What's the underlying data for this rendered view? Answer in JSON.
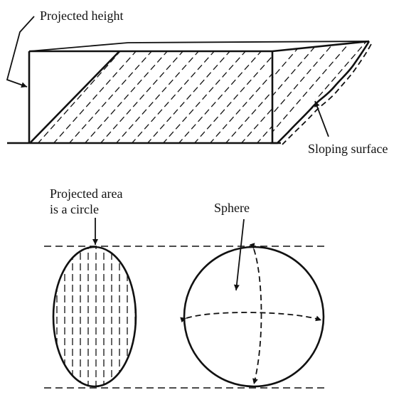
{
  "labels": {
    "projected_height": "Projected height",
    "sloping_surface": "Sloping surface",
    "projected_area_line1": "Projected area",
    "projected_area_line2": "is a circle",
    "sphere": "Sphere"
  },
  "colors": {
    "ink": "#111111",
    "background": "#ffffff"
  }
}
